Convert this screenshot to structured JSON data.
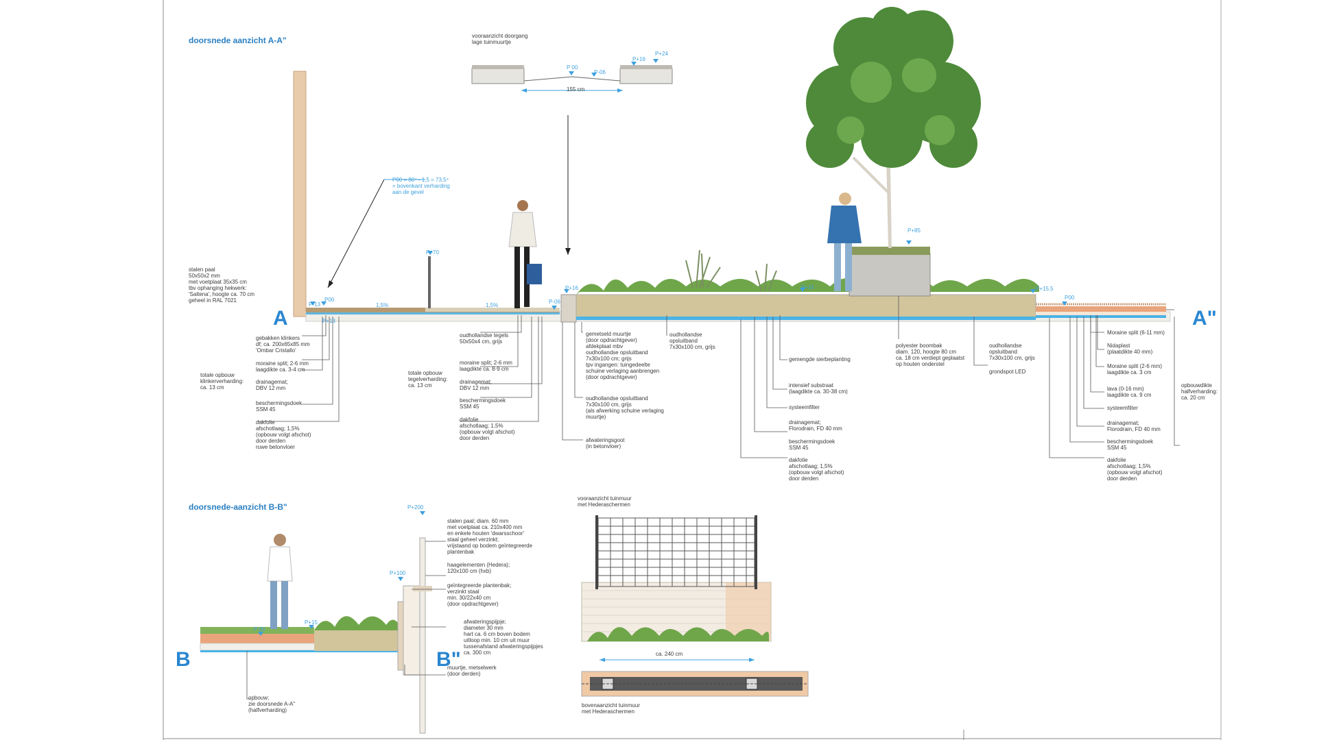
{
  "section_a": {
    "title": "doorsnede aanzicht A-A\"",
    "label_left": "A",
    "label_right": "A\""
  },
  "section_b": {
    "title": "doorsnede-aanzicht B-B\"",
    "label_left": "B",
    "label_right": "B\""
  },
  "front_view_passage": {
    "caption": "vooraanzicht doorgang\nlage tuinmuurtje",
    "width_label": "155 cm",
    "levels": [
      "P 00",
      "P-06",
      "P+16",
      "P+24"
    ]
  },
  "front_view_wall": {
    "caption": "vooraanzicht tuinmuur\nmet Hederaschermen",
    "width_label": "ca. 240 cm"
  },
  "top_view_wall": {
    "caption": "bovenaanzicht tuinmuur\nmet Hederaschermen"
  },
  "level_note": "P00 = 80⁴ - 1,5 = 73,5⁴\n= bovenkant verharding\naan de gevel",
  "levels_a": {
    "p_minus13": "P-13",
    "p00_left": "P00",
    "p_plus13": "P+13",
    "p_plus70": "P+70",
    "p_minus06": "P-06",
    "p_plus16": "P+16",
    "p_plus15": "P+15",
    "p_plus85": "P+85",
    "p_plus15_5": "P+15,5",
    "p00_right": "P00"
  },
  "levels_b": {
    "p_plus200": "P+200",
    "p_plus100": "P+100",
    "p_00": "P 00",
    "p_plus15": "P+15"
  },
  "slopes": {
    "s1": "1,5%",
    "s2": "1,5%"
  },
  "labels_a": {
    "stalen_paal": "stalen paal\n50x50x2 mm\nmet voetplaat 35x35 cm\ntbv ophanging hekwerk:\n'Saltena', hoogte ca. 70 cm\ngeheel in RAL 7021",
    "klinkers": "gebakken klinkers\ndf; ca. 200x65x85 mm\n'Ombar Cristallo'",
    "moraine_left": "moraine split; 2-6 mm\nlaagdikte ca. 3-4 cm",
    "drainagemat_left": "drainagemat;\nDBV 12 mm",
    "bescherming_left": "beschermingsdoek\nSSM 45",
    "totale_klinker": "totale opbouw\nklinkerverharding:\nca. 13 cm",
    "dakfolie_left": "dakfolie\nafschotlaag; 1,5%\n(opbouw volgt afschot)\ndoor derden\nruwe betonvloer",
    "tegels": "oudhollandse tegels\n50x50x4 cm, grijs",
    "moraine_mid": "moraine split; 2-6 mm\nlaagdikte ca. 8-9 cm",
    "totale_tegel": "totale opbouw\ntegelverharding:\nca. 13 cm",
    "drainagemat_mid": "drainagemat;\nDBV 12 mm",
    "bescherming_mid": "beschermingsdoek\nSSM 45",
    "dakfolie_mid": "dakfolie\nafschotlaag; 1,5%\n(opbouw volgt afschot)\ndoor derden",
    "muurtje": "gemetseld muurtje\n(door opdrachtgever)\nafdekplaat mbv\noudhollandse opsluitband\n7x30x100 cm; grijs\ntpv ingangen: tuingedeelte\nschuine verlaging aanbrengen\n(door opdrachtgever)",
    "opsluitband_low": "oudhollandse opsluitband\n7x30x100 cm, grijs\n(als afwerking schuine verlaging\nmuurtje)",
    "afwateringsgoot": "afwateringsgoot\n(in betonvloer)",
    "opsluitband_top": "oudhollandse\nopsluitband\n7x30x100 cm, grijs",
    "sierbeplanting": "gemengde sierbeplanting",
    "substraat": "intensief substraat\n(laagdikte ca. 30-38 cm)",
    "systeemfilter_mid": "systeemfilter",
    "drainagemat_flor": "drainagemat;\nFlorodrain, FD 40 mm",
    "bescherming_flor": "beschermingsdoek\nSSM 45",
    "dakfolie_flor": "dakfolie\nafschotlaag; 1,5%\n(opbouw volgt afschot)\ndoor derden",
    "boombak": "polyester boombak\ndiam. 120, hoogte 80 cm\nca. 18 cm verdiept geplaatst\nop houten onderstel",
    "opsluitband_right": "oudhollandse\nopsluitband\n7x30x100 cm, grijs",
    "grondspot": "grondspot LED",
    "moraine_6_11": "Moraine split (6-11 mm)",
    "nidaplast": "Nidaplast\n(plaatdikte 40 mm)",
    "moraine_2_6": "Moraine split (2-6 mm)\nlaagdikte ca. 3 cm",
    "lava": "lava (0-16 mm)\nlaagdikte ca. 9 cm",
    "systeemfilter_right": "systeemfilter",
    "drainagemat_right": "drainagemat;\nFlorodrain, FD 40 mm",
    "bescherming_right": "beschermingsdoek\nSSM 45",
    "dakfolie_right": "dakfolie\nafschotlaag; 1,5%\n(opbouw volgt afschot)\ndoor derden",
    "opbouwdikte": "opbouwdikte\nhalfverharding:\nca. 20 cm"
  },
  "labels_b": {
    "stalen_paal_b": "stalen paal; diam. 60 mm\nmet voetplaat ca. 210x400 mm\nen enkele houten 'dwarsschoor'\nstaal geheel verzinkt;\nvrijstaand op bodem geïntegreerde\nplantenbak",
    "haagelementen": "haagelementen (Hedera);\n120x100 cm (hxb)",
    "plantenbak": "geïntegreerde plantenbak;\nverzinkt staal\nmin. 30/22x40 cm\n(door opdrachtgever)",
    "afwatering": "afwateringspijpje;\ndiameter 30 mm\nhart ca. 6 cm boven bodem\nuitloop min. 10 cm uit muur\ntussenafstand afwateringspijpjes\nca. 300 cm",
    "muurtje_b": "muurtje, metselwerk\n(door derden)",
    "opbouw_b": "opbouw;\nzie doorsnede A-A\"\n(halfverharding)"
  },
  "colors": {
    "accent": "#2a86d0",
    "water": "#4bb3e6",
    "grass": "#6fa64a",
    "stone": "#cfc7b4",
    "pole": "#e3c3a0",
    "brick": "#e8b48a"
  }
}
